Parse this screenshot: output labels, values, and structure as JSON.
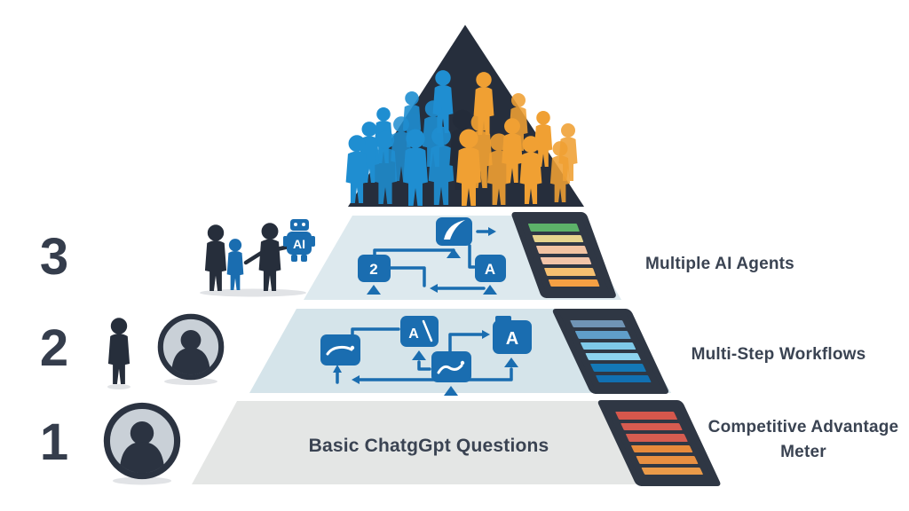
{
  "colors": {
    "text": "#3a4352",
    "workflow_blue": "#1a6db0",
    "meter_frame": "#2f3744",
    "level3_bg": "#dde9ee",
    "level2_bg": "#d5e4ea",
    "level1_bg": "#e4e6e5",
    "top_triangle": "#262e3c",
    "crowd_blue": "#1f8ed1",
    "crowd_orange": "#f0a033",
    "crowd_dark": "#232b39",
    "icon_dark": "#262e3b",
    "avatar_fill": "#c9d0d7"
  },
  "levels": [
    {
      "number": "1",
      "side_label": "Competitive Advantage Meter",
      "inner_label": "Basic ChatgGpt Questions",
      "meter_stripes": [
        "#d5574c",
        "#d75b50",
        "#d65c50",
        "#e78a3b",
        "#e88f41",
        "#ea9a49"
      ]
    },
    {
      "number": "2",
      "side_label": "Multi-Step Workflows",
      "meter_stripes": [
        "#7094b5",
        "#609ec9",
        "#7fc9e8",
        "#8dd3ee",
        "#1478b6",
        "#1170b2"
      ]
    },
    {
      "number": "3",
      "side_label": "Multiple AI Agents",
      "meter_stripes": [
        "#5cb269",
        "#e6d48e",
        "#f2c3a2",
        "#f2c4a8",
        "#f5c071",
        "#f5a043"
      ]
    }
  ],
  "workflow_labels": {
    "level3_step": "2",
    "level3_agent": "A",
    "level2_pen": "A",
    "level2_agent": "A",
    "robot": "AI"
  }
}
